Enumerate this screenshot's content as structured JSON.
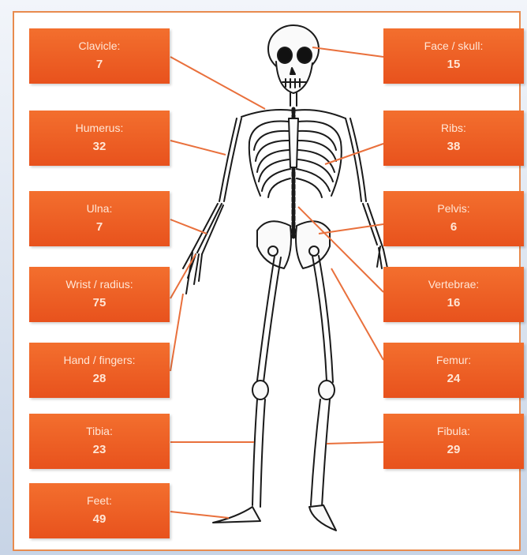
{
  "colors": {
    "label_fill": "#ec5d23",
    "frame_border": "#e88b4e",
    "leader_line": "#e9703c",
    "background": "#c7d4e6"
  },
  "labels": {
    "clavicle": {
      "name": "Clavicle:",
      "count": "7"
    },
    "humerus": {
      "name": "Humerus:",
      "count": "32"
    },
    "ulna": {
      "name": "Ulna:",
      "count": "7"
    },
    "wrist_radius": {
      "name": "Wrist / radius:",
      "count": "75"
    },
    "hand_fingers": {
      "name": "Hand / fingers:",
      "count": "28"
    },
    "tibia": {
      "name": "Tibia:",
      "count": "23"
    },
    "feet": {
      "name": "Feet:",
      "count": "49"
    },
    "face_skull": {
      "name": "Face / skull:",
      "count": "15"
    },
    "ribs": {
      "name": "Ribs:",
      "count": "38"
    },
    "pelvis": {
      "name": "Pelvis:",
      "count": "6"
    },
    "vertebrae": {
      "name": "Vertebrae:",
      "count": "16"
    },
    "femur": {
      "name": "Femur:",
      "count": "24"
    },
    "fibula": {
      "name": "Fibula:",
      "count": "29"
    }
  },
  "illustration": {
    "icon": "skeleton-icon"
  }
}
